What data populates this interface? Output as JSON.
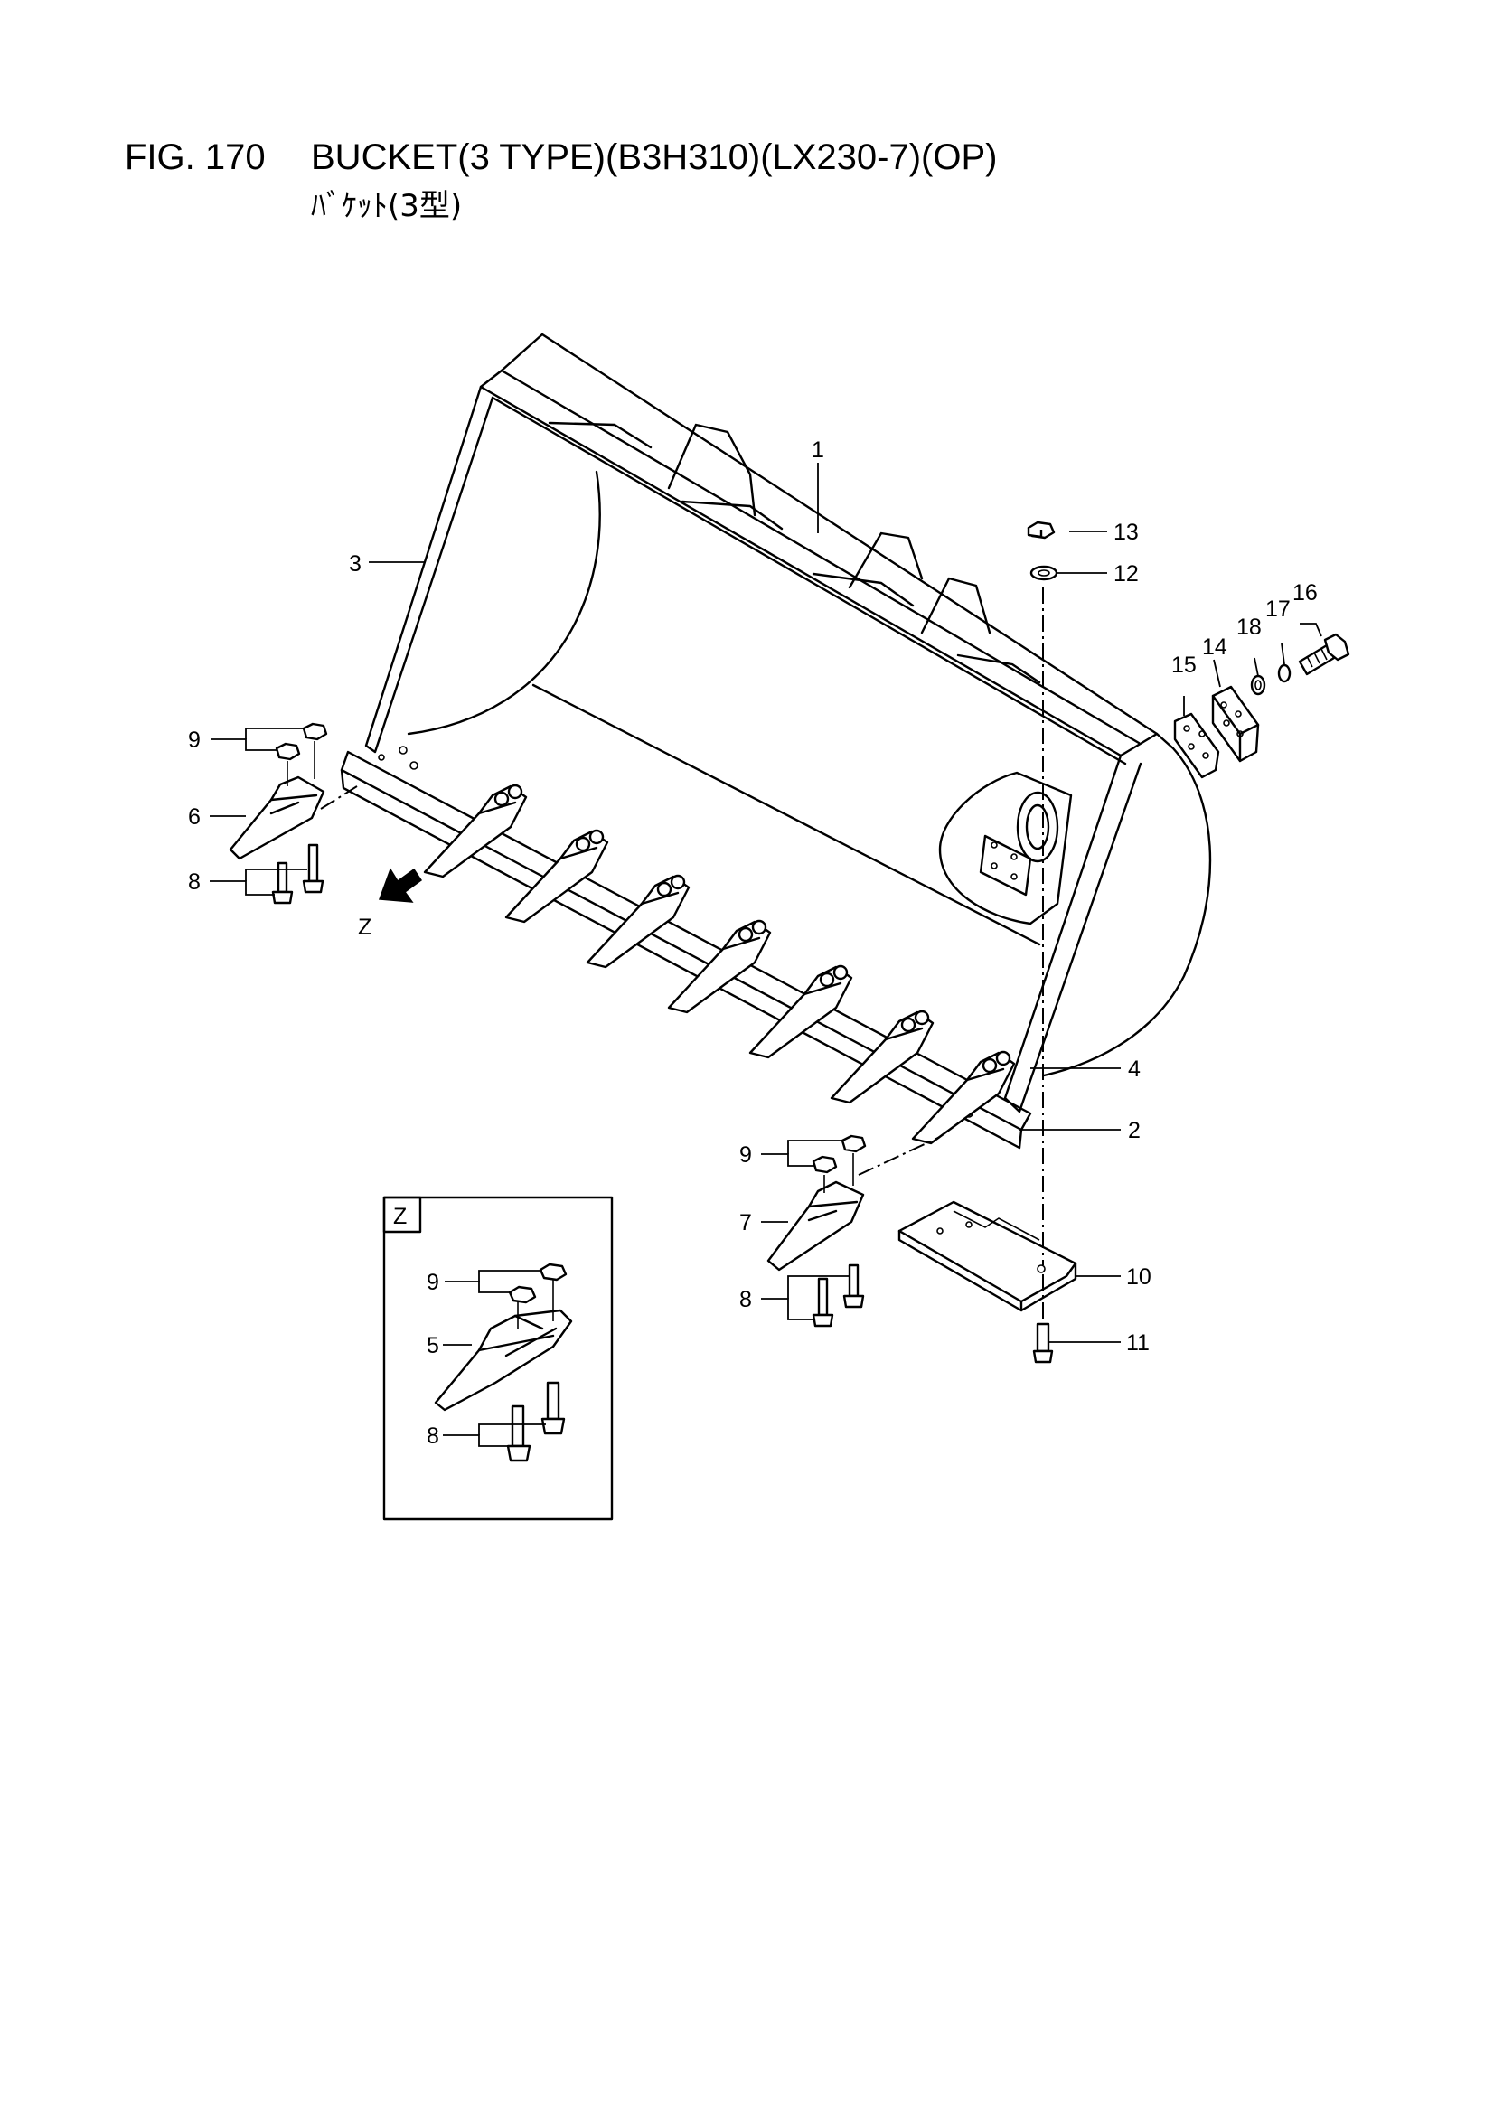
{
  "figure": {
    "number": "FIG. 170",
    "title": "BUCKET(3 TYPE)(B3H310)(LX230-7)(OP)",
    "subtitle": "ﾊﾞｹｯﾄ(3型)"
  },
  "callouts": {
    "c1": "1",
    "c2": "2",
    "c3": "3",
    "c4": "4",
    "c5": "5",
    "c6": "6",
    "c7": "7",
    "c8a": "8",
    "c8b": "8",
    "c8c": "8",
    "c9a": "9",
    "c9b": "9",
    "c9c": "9",
    "c10": "10",
    "c11": "11",
    "c12": "12",
    "c13": "13",
    "c14": "14",
    "c15": "15",
    "c16": "16",
    "c17": "17",
    "c18": "18"
  },
  "view_marker": {
    "arrow_label": "Z",
    "inset_label": "Z"
  }
}
